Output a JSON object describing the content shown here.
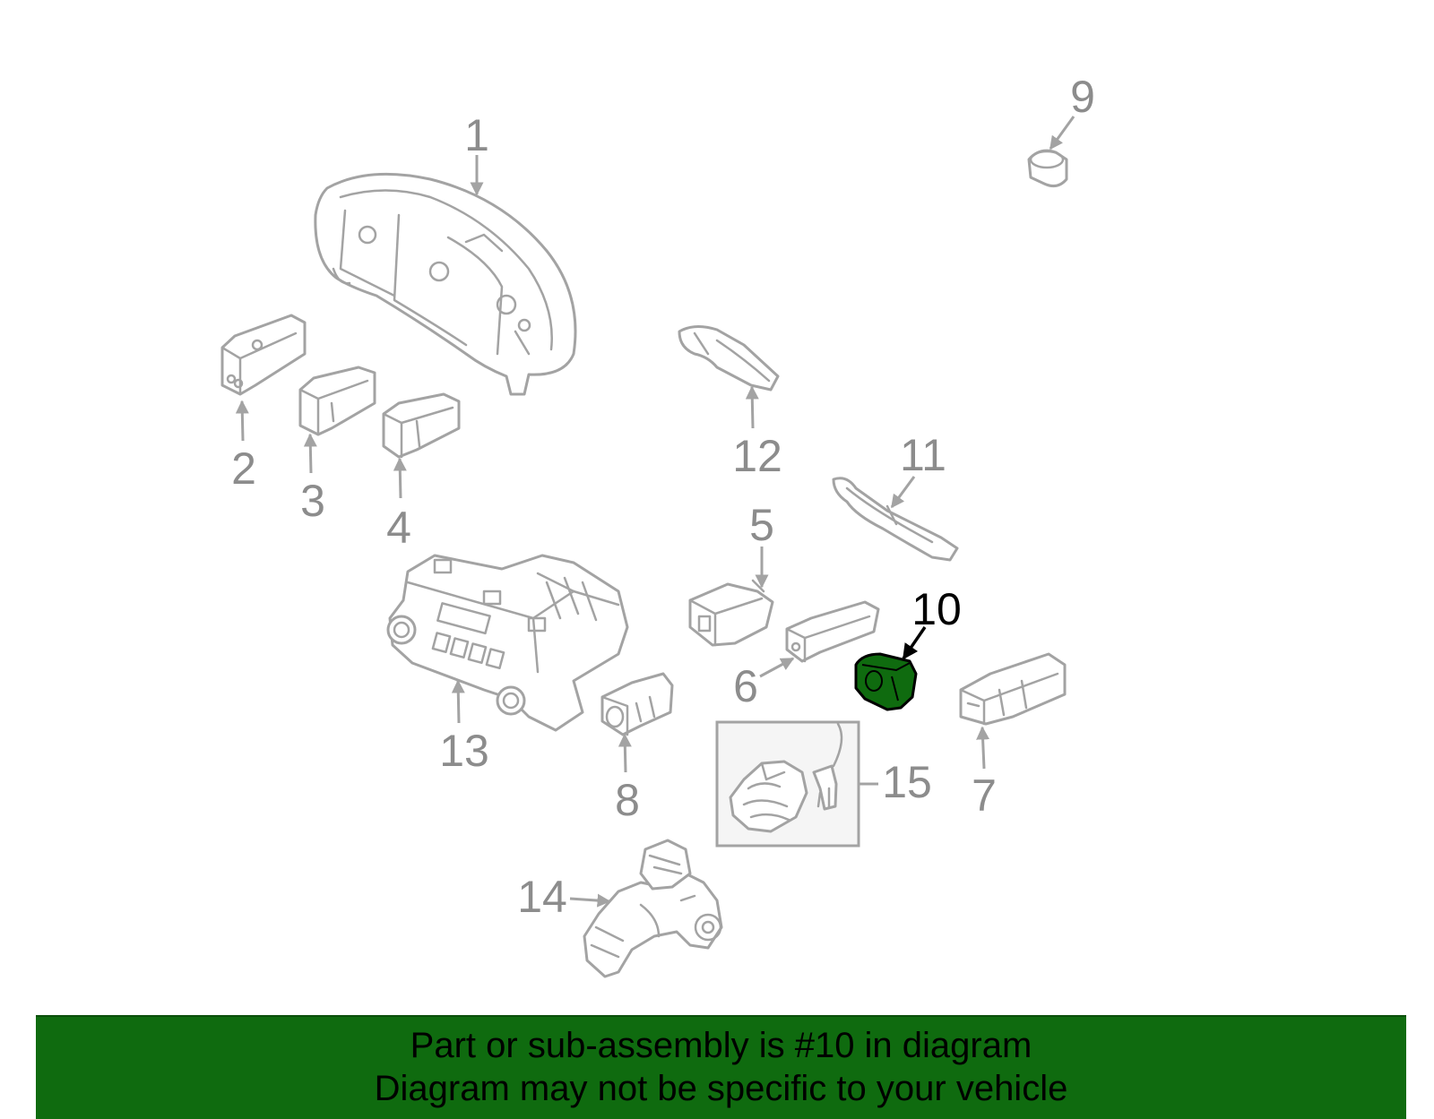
{
  "diagram": {
    "callouts": {
      "c1": "1",
      "c2": "2",
      "c3": "3",
      "c4": "4",
      "c5": "5",
      "c6": "6",
      "c7": "7",
      "c8": "8",
      "c9": "9",
      "c10": "10",
      "c11": "11",
      "c12": "12",
      "c13": "13",
      "c14": "14",
      "c15": "15"
    },
    "highlighted_part": "10",
    "highlight_color": "#0f6b0f",
    "part_outline_color": "#a3a3a3"
  },
  "banner": {
    "line1": "Part or sub-assembly is #10 in diagram",
    "line2": "Diagram may not be specific to your vehicle",
    "background_color": "#0f6b0f"
  }
}
